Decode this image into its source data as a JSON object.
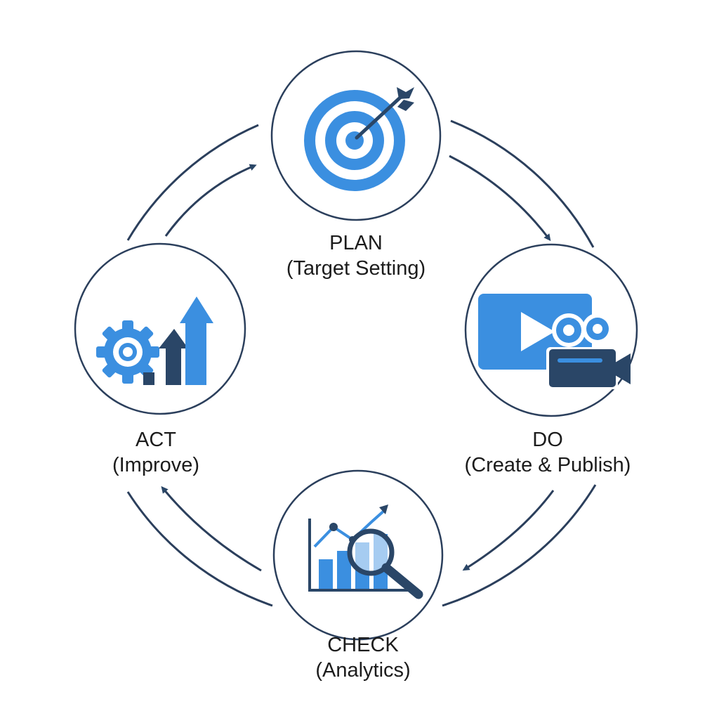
{
  "colors": {
    "accent_blue": "#3b8fe0",
    "dark_navy": "#2a4667",
    "ring_stroke": "#2b3f5c",
    "text": "#1c1c1c"
  },
  "stages": [
    {
      "key": "plan",
      "title": "PLAN",
      "subtitle": "(Target Setting)",
      "icon": "target-icon"
    },
    {
      "key": "do",
      "title": "DO",
      "subtitle": "(Create & Publish)",
      "icon": "video-camera-icon"
    },
    {
      "key": "check",
      "title": "CHECK",
      "subtitle": "(Analytics)",
      "icon": "analytics-magnifier-icon"
    },
    {
      "key": "act",
      "title": "ACT",
      "subtitle": "(Improve)",
      "icon": "gear-growth-icon"
    }
  ]
}
